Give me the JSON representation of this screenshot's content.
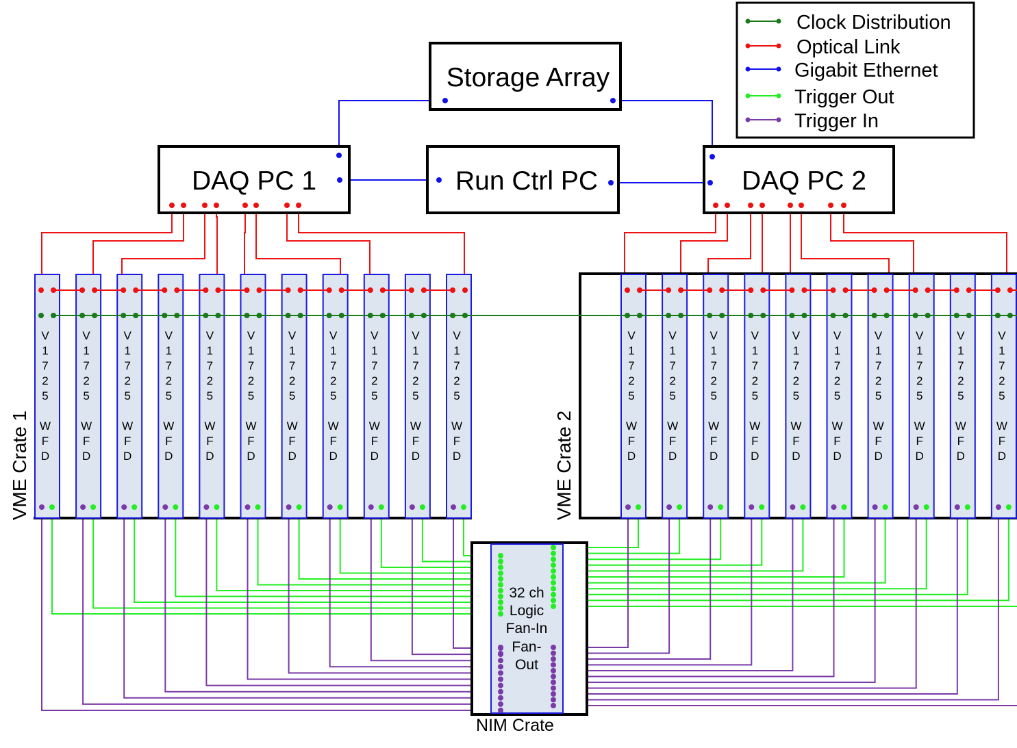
{
  "legend": {
    "items": [
      {
        "key": "clock",
        "label": "Clock Distribution",
        "color": "#1a7a1a"
      },
      {
        "key": "optical",
        "label": "Optical Link",
        "color": "#ee1111"
      },
      {
        "key": "ethernet",
        "label": "Gigabit Ethernet",
        "color": "#1111ee"
      },
      {
        "key": "trigout",
        "label": "Trigger Out",
        "color": "#22ee22"
      },
      {
        "key": "trigin",
        "label": "Trigger In",
        "color": "#7a3aa8"
      }
    ]
  },
  "nodes": {
    "storage": "Storage Array",
    "daq1": "DAQ PC 1",
    "runctrl": "Run Ctrl PC",
    "daq2": "DAQ PC 2",
    "crate1": "VME Crate 1",
    "crate2": "VME Crate 2",
    "nim_crate": "NIM Crate",
    "nim_module_lines": [
      "32 ch",
      "Logic",
      "Fan-In",
      "Fan-",
      "Out"
    ]
  },
  "module_label_chars": [
    "V",
    "1",
    "7",
    "2",
    "5",
    "",
    "W",
    "F",
    "D"
  ],
  "modules_per_crate": 11,
  "colors": {
    "module_fill": "#dde5f0",
    "module_border": "#1a1ae0",
    "clock": "#1a7a1a",
    "optical": "#ee1111",
    "ethernet": "#1111ee",
    "trigout": "#22ee22",
    "trigin": "#7a3aa8"
  }
}
